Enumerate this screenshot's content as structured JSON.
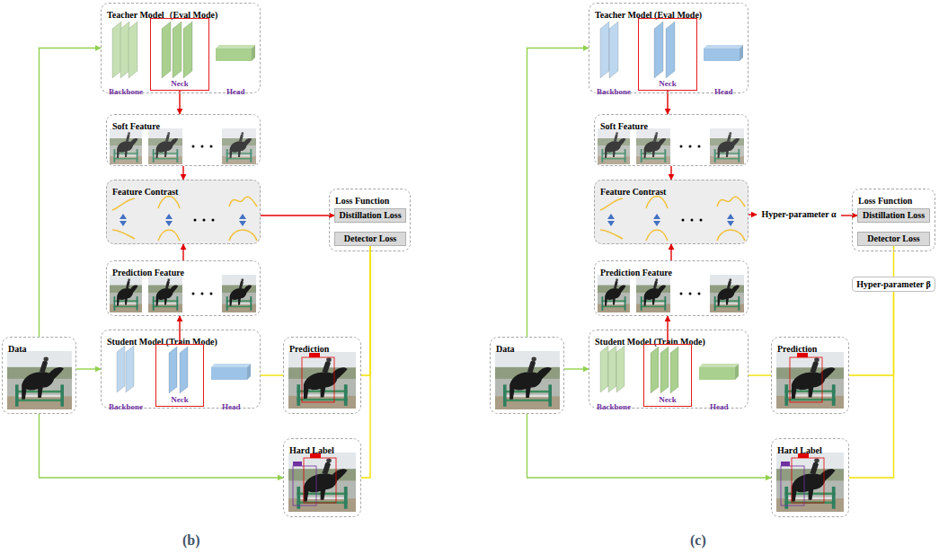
{
  "diagram": {
    "nodes": [
      {
        "text": [
          "Teacher Model（Eval Mode)"
        ]
      },
      {
        "text": [
          "Neck"
        ],
        "in": 0
      },
      {
        "text": [
          "Soft Feature"
        ]
      },
      {
        "text": [
          "Feature Contrast"
        ]
      },
      {
        "text": [
          "Prediction Feature"
        ]
      },
      {
        "text": [
          "Student Model (Train Mode)"
        ]
      },
      {
        "text": [
          "Neck"
        ],
        "in": 5
      },
      {
        "text": [
          "Data"
        ]
      },
      {
        "text": [
          "Prediction"
        ]
      },
      {
        "text": [
          "Hard Label"
        ]
      },
      {
        "text": [
          "Loss Function"
        ]
      },
      {
        "text": [
          "Distillation Loss"
        ],
        "in": 10
      },
      {
        "text": [
          "Detector Loss"
        ],
        "in": 10
      },
      {
        "text": [
          "Teacher Model (Eval Mode)"
        ]
      },
      {
        "text": [
          "Neck"
        ],
        "in": 13
      },
      {
        "text": [
          "Soft Feature"
        ]
      },
      {
        "text": [
          "Feature Contrast"
        ]
      },
      {
        "text": [
          "Prediction Feature"
        ]
      },
      {
        "text": [
          "Student Model (Train Mode)"
        ]
      },
      {
        "text": [
          "Neck"
        ],
        "in": 18
      },
      {
        "text": [
          "Data"
        ]
      },
      {
        "text": [
          "Prediction"
        ]
      },
      {
        "text": [
          "Hard Label"
        ]
      },
      {
        "text": [
          "Hyper-parameter α"
        ]
      },
      {
        "text": [
          "Loss Function"
        ]
      },
      {
        "text": [
          "Distillation Loss"
        ],
        "in": 24
      },
      {
        "text": [
          "Detector Loss"
        ],
        "in": 24
      },
      {
        "text": [
          "Hyper-parameter β"
        ]
      }
    ],
    "edges": [
      {
        "from": 1,
        "to": 2,
        "arrow": "to"
      },
      {
        "from": 2,
        "to": 3,
        "arrow": "to"
      },
      {
        "from": 4,
        "to": 3,
        "arrow": "to"
      },
      {
        "from": 6,
        "to": 4,
        "arrow": "to"
      },
      {
        "from": 3,
        "to": 11,
        "arrow": "to"
      },
      {
        "from": 7,
        "to": 0,
        "arrow": "to"
      },
      {
        "from": 7,
        "to": 5,
        "arrow": "to"
      },
      {
        "from": 7,
        "to": 9,
        "arrow": "to"
      },
      {
        "from": 5,
        "to": 8,
        "arrow": "none"
      },
      {
        "from": 8,
        "to": 12,
        "arrow": "none"
      },
      {
        "from": 9,
        "to": 12,
        "arrow": "none"
      },
      {
        "from": 14,
        "to": 15,
        "arrow": "to"
      },
      {
        "from": 15,
        "to": 16,
        "arrow": "to"
      },
      {
        "from": 17,
        "to": 16,
        "arrow": "to"
      },
      {
        "from": 19,
        "to": 17,
        "arrow": "to"
      },
      {
        "from": 16,
        "to": 23,
        "arrow": "to"
      },
      {
        "from": 23,
        "to": 25,
        "arrow": "to"
      },
      {
        "from": 20,
        "to": 13,
        "arrow": "to"
      },
      {
        "from": 20,
        "to": 18,
        "arrow": "to"
      },
      {
        "from": 20,
        "to": 22,
        "arrow": "to"
      },
      {
        "from": 18,
        "to": 21,
        "arrow": "none"
      },
      {
        "from": 21,
        "to": 27,
        "arrow": "none"
      },
      {
        "from": 22,
        "to": 27,
        "arrow": "none"
      },
      {
        "from": 27,
        "to": 26,
        "arrow": "none"
      }
    ],
    "labels": [
      "Backbone",
      "Head",
      "Backbone",
      "Head",
      "Backbone",
      "Head",
      "Backbone",
      "Head",
      "(b)",
      "(c)"
    ]
  }
}
